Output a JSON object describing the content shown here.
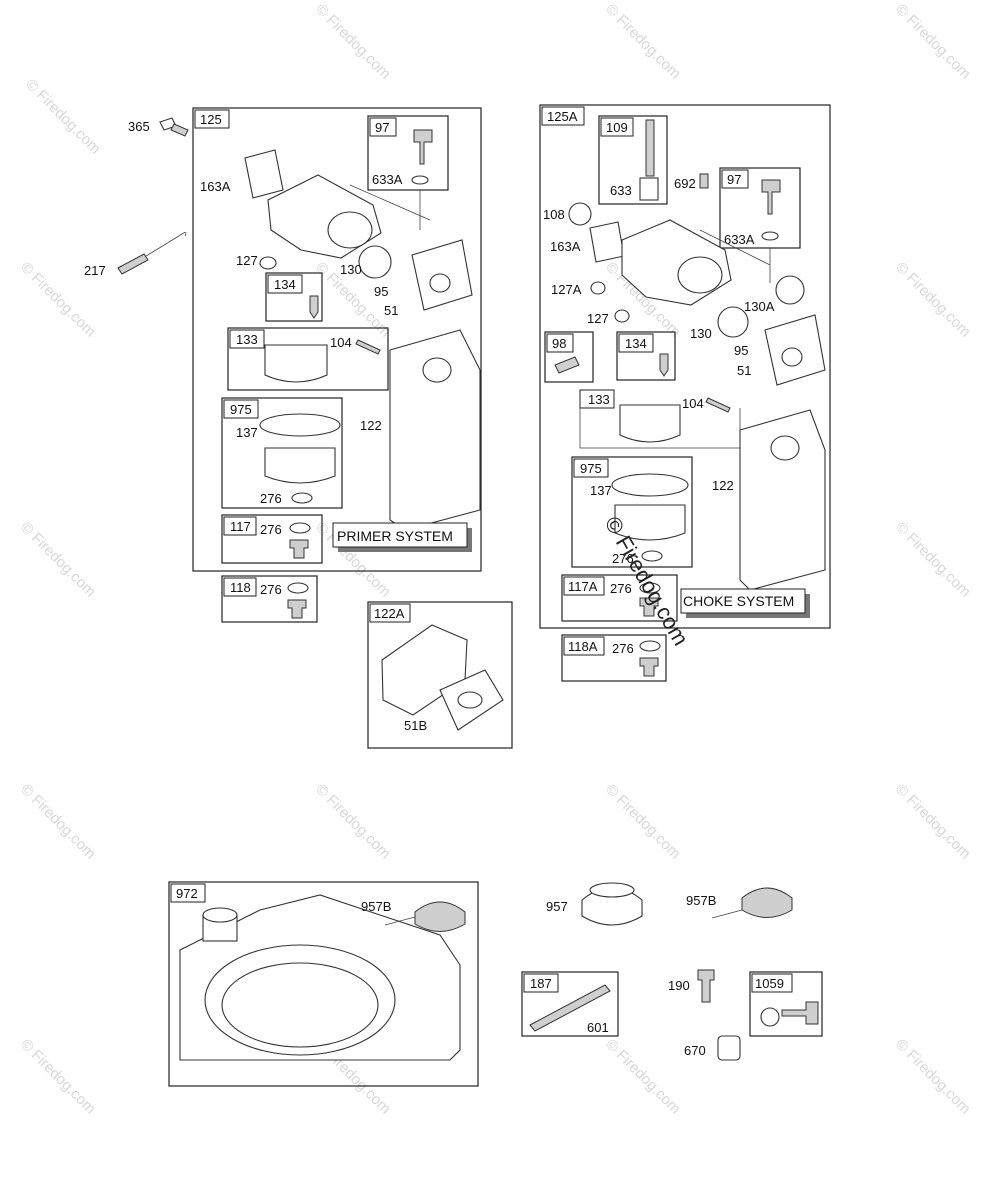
{
  "watermark": "© Firedog.com",
  "watermark_center": "© Firedog.com",
  "groups": {
    "g125": {
      "tag": "125",
      "parts": {
        "p163A": "163A",
        "p127": "127",
        "p134": "134",
        "p130": "130",
        "p95": "95",
        "p51": "51",
        "p133": "133",
        "p104": "104",
        "p975": "975",
        "p137": "137",
        "p276": "276",
        "p122": "122",
        "p117": "117",
        "p276b": "276"
      },
      "sub97": {
        "tag": "97",
        "label": "633A"
      },
      "system_label": "PRIMER SYSTEM"
    },
    "g125A": {
      "tag": "125A",
      "parts": {
        "p108": "108",
        "p163A": "163A",
        "p127A": "127A",
        "p127": "127",
        "p98": "98",
        "p134": "134",
        "p130": "130",
        "p130A": "130A",
        "p95": "95",
        "p51": "51",
        "p692": "692",
        "p133": "133",
        "p104": "104",
        "p975": "975",
        "p137": "137",
        "p276": "276",
        "p122": "122",
        "p117A": "117A",
        "p276b": "276"
      },
      "sub109": {
        "tag": "109",
        "label": "633"
      },
      "sub97": {
        "tag": "97",
        "label": "633A"
      },
      "system_label": "CHOKE SYSTEM"
    },
    "loose": {
      "p365": "365",
      "p217": "217"
    },
    "g118": {
      "tag": "118",
      "label": "276"
    },
    "g118A": {
      "tag": "118A",
      "label": "276"
    },
    "g122A": {
      "tag": "122A",
      "label": "51B"
    },
    "g972": {
      "tag": "972",
      "label": "957B"
    },
    "p957": "957",
    "p957B": "957B",
    "g187": {
      "tag": "187",
      "label": "601"
    },
    "p190": "190",
    "p670": "670",
    "g1059": {
      "tag": "1059"
    }
  }
}
